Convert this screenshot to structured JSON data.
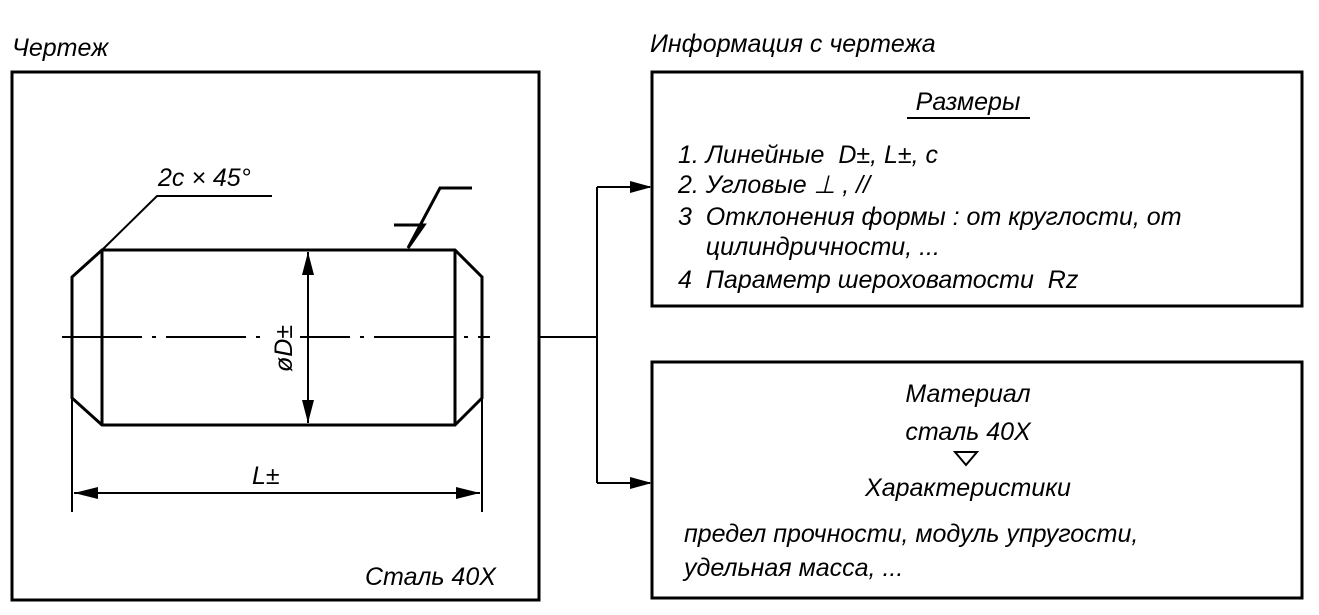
{
  "drawing": {
    "title": "Чертеж",
    "chamfer_label": "2c × 45°",
    "diameter_label": "øD±",
    "length_label": "L±",
    "material_label": "Сталь 40Х"
  },
  "info": {
    "title": "Информация с чертежа",
    "dimensions": {
      "heading": "Размеры",
      "lines": [
        "1. Линейные  D±, L±, c",
        "2. Угловые ⊥ , //",
        "3  Отклонения формы : от круглости, от",
        "    цилиндричности, ...",
        "4  Параметр шероховатости  Rz"
      ]
    },
    "material": {
      "heading": "Материал",
      "value": "сталь 40Х",
      "characteristics_heading": "Характеристики",
      "lines": [
        "предел прочности, модуль упругости,",
        "удельная масса, ..."
      ]
    }
  }
}
